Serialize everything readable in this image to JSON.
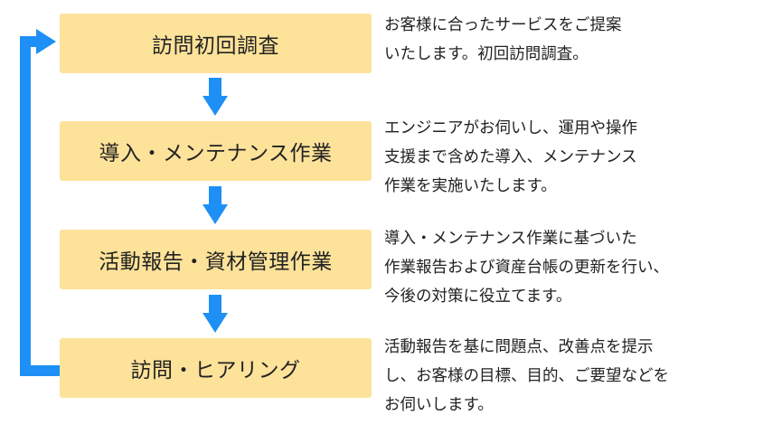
{
  "colors": {
    "box_fill": "#fde29a",
    "arrow": "#1e90f5",
    "text": "#222222"
  },
  "steps": [
    {
      "title": "訪問初回調査",
      "description": "お客様に合ったサービスをご提案\nいたします。初回訪問調査。"
    },
    {
      "title": "導入・メンテナンス作業",
      "description": "エンジニアがお伺いし、運用や操作\n支援まで含めた導入、メンテナンス\n作業を実施いたします。"
    },
    {
      "title": "活動報告・資材管理作業",
      "description": "導入・メンテナンス作業に基づいた\n作業報告および資産台帳の更新を行い、\n今後の対策に役立てます。"
    },
    {
      "title": "訪問・ヒアリング",
      "description": "活動報告を基に問題点、改善点を提示\nし、お客様の目標、目的、ご要望などを\nお伺いします。"
    }
  ]
}
